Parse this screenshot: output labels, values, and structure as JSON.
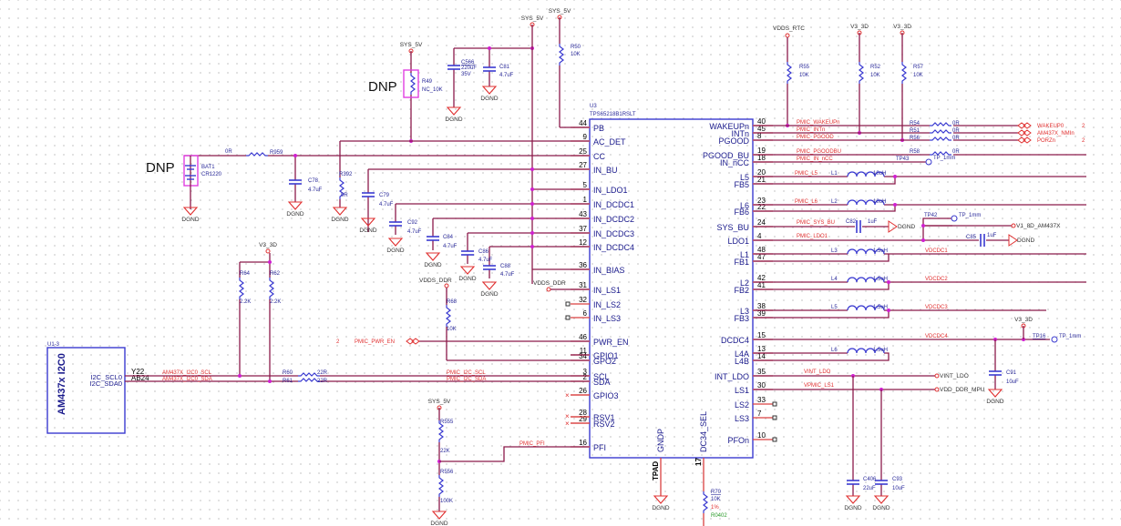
{
  "annotations": {
    "dnp_left": "DNP",
    "dnp_top": "DNP"
  },
  "u3": {
    "ref": "U3",
    "part": "TPS65218B1RSLT",
    "left_pins": [
      {
        "num": "44",
        "name": "PB"
      },
      {
        "num": "9",
        "name": "AC_DET"
      },
      {
        "num": "25",
        "name": "CC"
      },
      {
        "num": "27",
        "name": "IN_BU"
      },
      {
        "num": "5",
        "name": "IN_LDO1"
      },
      {
        "num": "1",
        "name": "IN_DCDC1"
      },
      {
        "num": "43",
        "name": "IN_DCDC2"
      },
      {
        "num": "37",
        "name": "IN_DCDC3"
      },
      {
        "num": "12",
        "name": "IN_DCDC4"
      },
      {
        "num": "36",
        "name": "IN_BIAS"
      },
      {
        "num": "31",
        "name": "IN_LS1"
      },
      {
        "num": "32",
        "name": "IN_LS2"
      },
      {
        "num": "6",
        "name": "IN_LS3"
      },
      {
        "num": "46",
        "name": "PWR_EN"
      },
      {
        "num": "11",
        "name": "GPIO1"
      },
      {
        "num": "34",
        "name": "GPO2"
      },
      {
        "num": "3",
        "name": "SCL"
      },
      {
        "num": "2",
        "name": "SDA"
      },
      {
        "num": "26",
        "name": "GPIO3"
      },
      {
        "num": "28",
        "name": "RSV1"
      },
      {
        "num": "29",
        "name": "RSV2"
      },
      {
        "num": "16",
        "name": "PFI"
      }
    ],
    "right_pins": [
      {
        "num": "40",
        "name": "WAKEUPn"
      },
      {
        "num": "45",
        "name": "INTn"
      },
      {
        "num": "8",
        "name": "PGOOD"
      },
      {
        "num": "19",
        "name": "PGOOD_BU"
      },
      {
        "num": "18",
        "name": "IN_nCC"
      },
      {
        "num": "20",
        "name": "L5"
      },
      {
        "num": "21",
        "name": "FB5"
      },
      {
        "num": "23",
        "name": "L6"
      },
      {
        "num": "22",
        "name": "FB6"
      },
      {
        "num": "24",
        "name": "SYS_BU"
      },
      {
        "num": "4",
        "name": "LDO1"
      },
      {
        "num": "48",
        "name": "L1"
      },
      {
        "num": "47",
        "name": "FB1"
      },
      {
        "num": "42",
        "name": "L2"
      },
      {
        "num": "41",
        "name": "FB2"
      },
      {
        "num": "38",
        "name": "L3"
      },
      {
        "num": "39",
        "name": "FB3"
      },
      {
        "num": "15",
        "name": "DCDC4"
      },
      {
        "num": "13",
        "name": "L4A"
      },
      {
        "num": "14",
        "name": "L4B"
      },
      {
        "num": "35",
        "name": "INT_LDO"
      },
      {
        "num": "30",
        "name": "LS1"
      },
      {
        "num": "33",
        "name": "LS2"
      },
      {
        "num": "7",
        "name": "LS3"
      },
      {
        "num": "10",
        "name": "PFOn"
      }
    ],
    "bottom_pins": [
      {
        "num": "TPAD",
        "name": "GNDP"
      },
      {
        "num": "17",
        "name": "DC34_SEL"
      }
    ]
  },
  "u1": {
    "ref": "U1-3",
    "title": "AM437x I2C0",
    "pins": [
      {
        "ball": "Y22",
        "name": "I2C_SCL0"
      },
      {
        "ball": "AB24",
        "name": "I2C_SDA0"
      }
    ]
  },
  "power": {
    "sys5v": "SYS_5V",
    "v33d": "V3_3D",
    "vdds_rtc": "VDDS_RTC",
    "vdds_ddr": "VDDS_DDR",
    "dgnd": "DGND"
  },
  "nets": {
    "wakeup": "PMIC_WAKEUPn",
    "intn": "PMIC_INTn",
    "pgood": "PMIC_PGOOD",
    "pgoodbu": "PMIC_PGOODBU",
    "inncc": "PMIC_IN_nCC",
    "l5": "PMIC_L5",
    "l6": "PMIC_L6",
    "sysbu": "PMIC_SYS_BU",
    "ldo1": "PMIC_LDO1",
    "vdcdc1": "VDCDC1",
    "vdcdc2": "VDCDC2",
    "vdcdc3": "VDCDC3",
    "vdcdc4": "VDCDC4",
    "vintldo": "VINT_LDO",
    "vpmicls1": "VPMIC_LS1",
    "pwren": "PMIC_PWR_EN",
    "pwren_sheet": "2",
    "i2cscl": "PMIC_I2C_SCL",
    "i2csda": "PMIC_I2C_SDA",
    "am_scl": "AM437X_I2C0_SCL",
    "am_sda": "AM437X_I2C0_SDA",
    "pfi": "PMIC_PFI"
  },
  "offsheet": [
    {
      "label": "WAKEUP0",
      "sheet": "2"
    },
    {
      "label": "AM437X_NMIn",
      "sheet": ""
    },
    {
      "label": "PORZn",
      "sheet": "2"
    }
  ],
  "ports": {
    "v18": "V1_8D_AM437X",
    "vintldo": "VINT_LDO",
    "vddddr": "VDD_DDR_MPU"
  },
  "testpoints": [
    {
      "ref": "TP43",
      "value": "TP_1mm"
    },
    {
      "ref": "TP42",
      "value": "TP_1mm"
    },
    {
      "ref": "TP16",
      "value": "TP_1mm"
    }
  ],
  "resistors": {
    "R49": {
      "ref": "R49",
      "val": "NC_10K"
    },
    "R50": {
      "ref": "R50",
      "val": "10K"
    },
    "R55": {
      "ref": "R55",
      "val": "10K"
    },
    "R52": {
      "ref": "R52",
      "val": "10K"
    },
    "R57": {
      "ref": "R57",
      "val": "10K"
    },
    "R54": {
      "ref": "R54",
      "val": "0R"
    },
    "R51": {
      "ref": "R51",
      "val": "0R"
    },
    "R56": {
      "ref": "R56",
      "val": "0R"
    },
    "R58": {
      "ref": "R58",
      "val": "0R"
    },
    "R959": {
      "ref": "R959",
      "val": "0R"
    },
    "R392": {
      "ref": "R392",
      "val": "0R"
    },
    "R68": {
      "ref": "R68",
      "val": "10K"
    },
    "R64": {
      "ref": "R64",
      "val": "2.2K"
    },
    "R62": {
      "ref": "R62",
      "val": "2.2K"
    },
    "R60": {
      "ref": "R60",
      "val": "22R"
    },
    "R61": {
      "ref": "R61",
      "val": "22R"
    },
    "R555": {
      "ref": "R555",
      "val": "22K"
    },
    "R556": {
      "ref": "R556",
      "val": "100K"
    },
    "R70": {
      "ref": "R70",
      "val": "10K",
      "tol": "1%",
      "pkg": "R0402"
    }
  },
  "capacitors": {
    "C566": {
      "ref": "C566",
      "val": "220uF",
      "volt": "35V"
    },
    "C81": {
      "ref": "C81",
      "val": "4.7uF"
    },
    "C78": {
      "ref": "C78",
      "val": "4.7uF"
    },
    "C79": {
      "ref": "C79",
      "val": "4.7uF"
    },
    "C92": {
      "ref": "C92",
      "val": "4.7uF"
    },
    "C84": {
      "ref": "C84",
      "val": "4.7uF"
    },
    "C86": {
      "ref": "C86",
      "val": "4.7uF"
    },
    "C88": {
      "ref": "C88",
      "val": "4.7uF"
    },
    "C82": {
      "ref": "C82",
      "val": "1uF"
    },
    "C85": {
      "ref": "C85",
      "val": "1uF"
    },
    "C91": {
      "ref": "C91",
      "val": "10uF"
    },
    "C406": {
      "ref": "C406",
      "val": "22uF"
    },
    "C93": {
      "ref": "C93",
      "val": "10uF"
    }
  },
  "inductors": {
    "L1": {
      "ref": "L1",
      "val": "10uH"
    },
    "L2": {
      "ref": "L2",
      "val": "10uH"
    },
    "L3": {
      "ref": "L3",
      "val": "1.5uH"
    },
    "L4": {
      "ref": "L4",
      "val": "1.5uH"
    },
    "L5": {
      "ref": "L5",
      "val": "1.5uH"
    },
    "L6": {
      "ref": "L6",
      "val": "1.5uH"
    }
  },
  "battery": {
    "ref": "BAT1",
    "val": "CR1220"
  }
}
